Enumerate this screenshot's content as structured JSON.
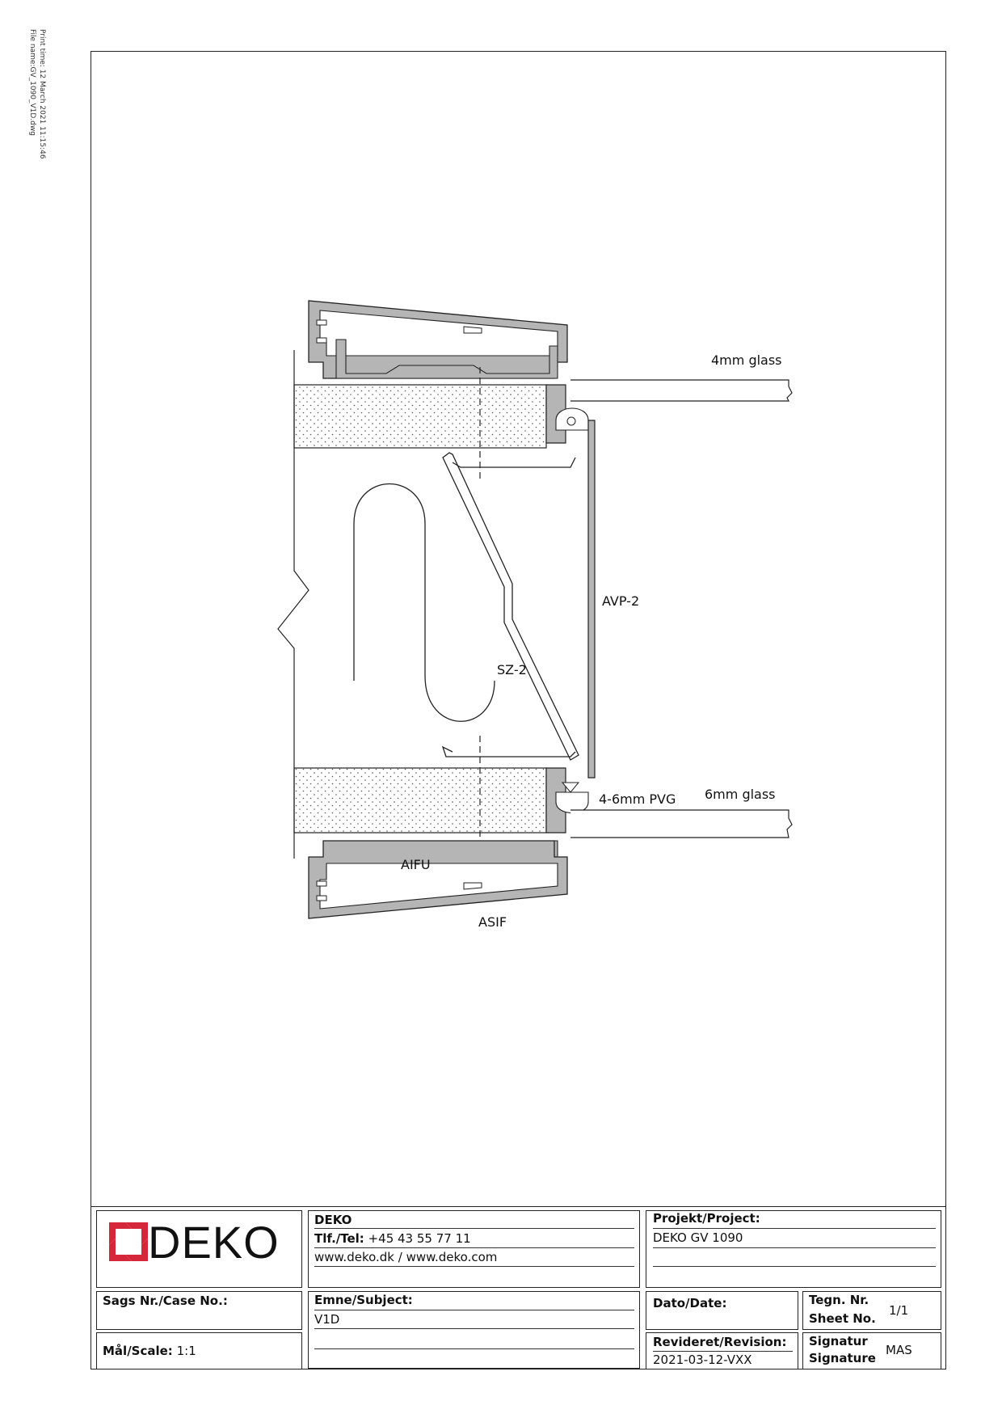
{
  "print_info": {
    "print_time": "Print time: 12 March 2021 11:15:46",
    "file_name": "File name:GV_1090_V1D.dwg"
  },
  "drawing": {
    "labels": {
      "glass_top": "4mm glass",
      "avp": "AVP-2",
      "sz": "SZ-2",
      "pvg": "4-6mm PVG",
      "glass_bottom": "6mm glass",
      "aifu": "AIFU",
      "asif": "ASIF"
    },
    "colors": {
      "profile": "#b5b5b5",
      "stroke": "#222222",
      "insulation_dot": "#555555"
    }
  },
  "title_block": {
    "logo": {
      "word": "DEKO",
      "color": "#d6263a"
    },
    "company": {
      "name": "DEKO",
      "tel_label": "Tlf./Tel:",
      "tel_value": "+45 43 55 77 11",
      "web": "www.deko.dk / www.deko.com"
    },
    "project": {
      "label": "Projekt/Project:",
      "value": "DEKO GV 1090"
    },
    "case": {
      "label": "Sags Nr./Case No.:",
      "value": ""
    },
    "subject": {
      "label": "Emne/Subject:",
      "value": "V1D"
    },
    "date": {
      "label": "Dato/Date:",
      "value": ""
    },
    "sheet": {
      "label_1": "Tegn. Nr.",
      "label_2": "Sheet No.",
      "value": "1/1"
    },
    "scale": {
      "label": "Mål/Scale:",
      "value": "1:1"
    },
    "revision": {
      "label": "Revideret/Revision:",
      "value": "2021-03-12-VXX"
    },
    "signature": {
      "label_1": "Signatur",
      "label_2": "Signature",
      "value": "MAS"
    }
  }
}
